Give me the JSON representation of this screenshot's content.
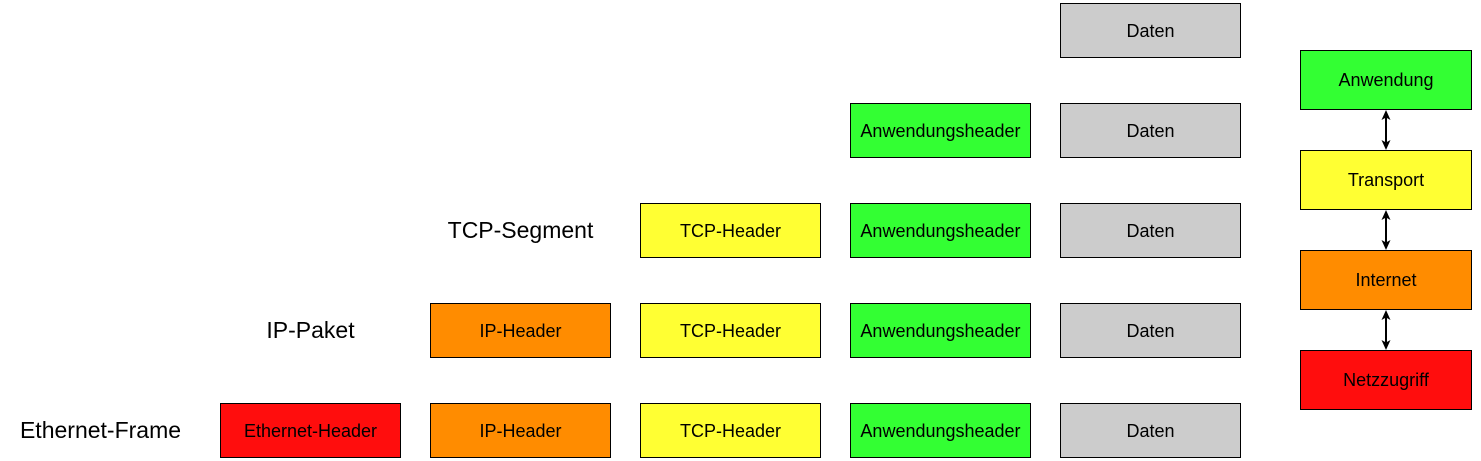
{
  "colors": {
    "green": "#33FF33",
    "yellow": "#FFFF33",
    "orange": "#FF8C00",
    "red": "#FF0D0D",
    "gray": "#CCCCCC",
    "border": "#000000"
  },
  "rows": [
    {
      "label": "",
      "cells": [
        {
          "text": "Daten",
          "color": "gray"
        }
      ]
    },
    {
      "label": "",
      "cells": [
        {
          "text": "Anwendungsheader",
          "color": "green"
        },
        {
          "text": "Daten",
          "color": "gray"
        }
      ]
    },
    {
      "label": "TCP-Segment",
      "cells": [
        {
          "text": "TCP-Header",
          "color": "yellow"
        },
        {
          "text": "Anwendungsheader",
          "color": "green"
        },
        {
          "text": "Daten",
          "color": "gray"
        }
      ]
    },
    {
      "label": "IP-Paket",
      "cells": [
        {
          "text": "IP-Header",
          "color": "orange"
        },
        {
          "text": "TCP-Header",
          "color": "yellow"
        },
        {
          "text": "Anwendungsheader",
          "color": "green"
        },
        {
          "text": "Daten",
          "color": "gray"
        }
      ]
    },
    {
      "label": "Ethernet-Frame",
      "cells": [
        {
          "text": "Ethernet-Header",
          "color": "red"
        },
        {
          "text": "IP-Header",
          "color": "orange"
        },
        {
          "text": "TCP-Header",
          "color": "yellow"
        },
        {
          "text": "Anwendungsheader",
          "color": "green"
        },
        {
          "text": "Daten",
          "color": "gray"
        }
      ]
    }
  ],
  "stack": {
    "items": [
      {
        "text": "Anwendung",
        "color": "green"
      },
      {
        "text": "Transport",
        "color": "yellow"
      },
      {
        "text": "Internet",
        "color": "orange"
      },
      {
        "text": "Netzzugriff",
        "color": "red"
      }
    ]
  }
}
